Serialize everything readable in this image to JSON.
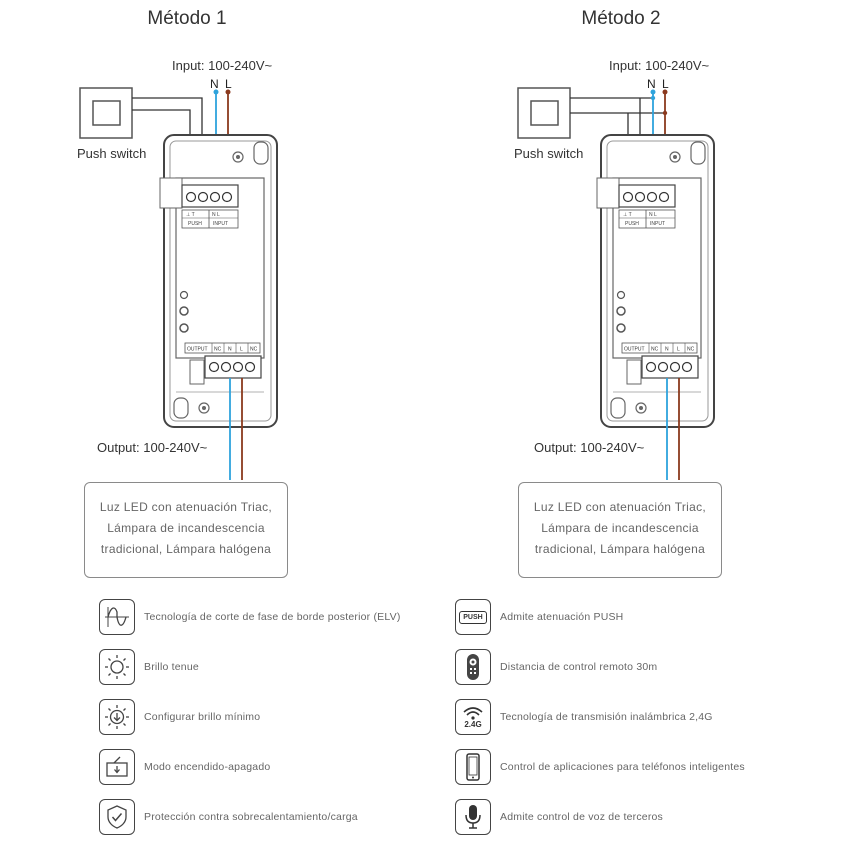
{
  "colors": {
    "neutral": "#2ea3dc",
    "live": "#8b3a1e",
    "outline": "#444444",
    "text": "#333333",
    "muted": "#666666"
  },
  "method1": {
    "title": "Método 1",
    "input_label": "Input: 100-240V~",
    "n_label": "N",
    "l_label": "L",
    "switch_label": "Push switch",
    "output_label": "Output: 100-240V~",
    "load_text": "Luz LED con atenuación Triac, Lámpara de incandescencia tradicional, Lámpara halógena"
  },
  "method2": {
    "title": "Método 2",
    "input_label": "Input: 100-240V~",
    "n_label": "N",
    "l_label": "L",
    "switch_label": "Push switch",
    "output_label": "Output: 100-240V~",
    "load_text": "Luz LED con atenuación Triac, Lámpara de incandescencia tradicional, Lámpara halógena"
  },
  "device": {
    "input_terminals": [
      "⊥",
      "T",
      "N",
      "L"
    ],
    "push_label": "PUSH",
    "input_label": "INPUT",
    "output_terminals": [
      "OUTPUT",
      "NC",
      "N",
      "L",
      "NC"
    ]
  },
  "features_left": [
    {
      "icon": "phase-cut-wave-icon",
      "text": "Tecnología de corte de fase de borde posterior (ELV)"
    },
    {
      "icon": "sun-dim-icon",
      "text": "Brillo tenue"
    },
    {
      "icon": "min-brightness-icon",
      "text": "Configurar brillo mínimo"
    },
    {
      "icon": "on-off-icon",
      "text": "Modo encendido-apagado"
    },
    {
      "icon": "shield-check-icon",
      "text": "Protección contra sobrecalentamiento/carga"
    }
  ],
  "features_right": [
    {
      "icon": "push-icon",
      "icon_text": "PUSH",
      "text": "Admite atenuación PUSH"
    },
    {
      "icon": "remote-control-icon",
      "text": "Distancia de control remoto 30m"
    },
    {
      "icon": "wifi-24g-icon",
      "icon_text": "2.4G",
      "text": "Tecnología de transmisión inalámbrica 2,4G"
    },
    {
      "icon": "smartphone-icon",
      "text": "Control de aplicaciones para teléfonos inteligentes"
    },
    {
      "icon": "microphone-icon",
      "text": "Admite control de voz de terceros"
    }
  ]
}
